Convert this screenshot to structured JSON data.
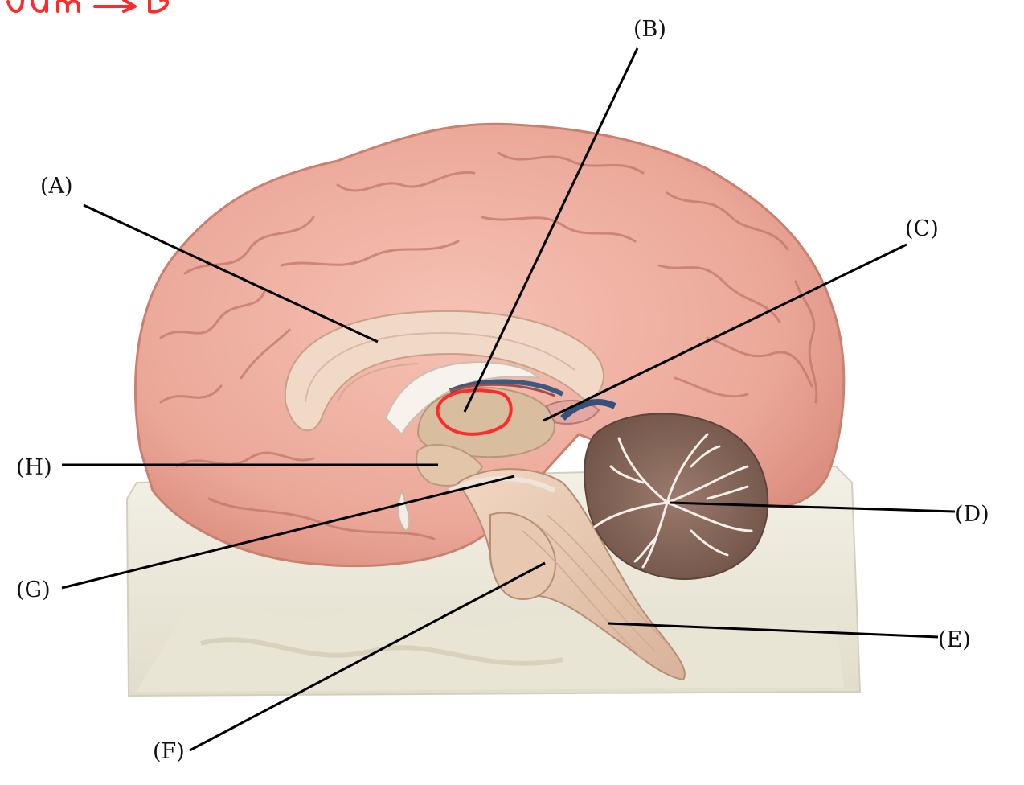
{
  "labels": {
    "A": "(A)",
    "B": "(B)",
    "C": "(C)",
    "D": "(D)",
    "E": "(E)",
    "F": "(F)",
    "G": "(G)",
    "H": "(H)"
  },
  "annotation": {
    "handwritten_text": "dum → b",
    "color": "#ff2a2a",
    "circled_structure": "B"
  },
  "colors": {
    "cortex": "#e9a79a",
    "white_matter": "#f1d6c4",
    "cerebellum": "#8a6a5e",
    "brainstem": "#ecccb6",
    "base": "#ece8da",
    "highlight": "#ff2a2a"
  }
}
